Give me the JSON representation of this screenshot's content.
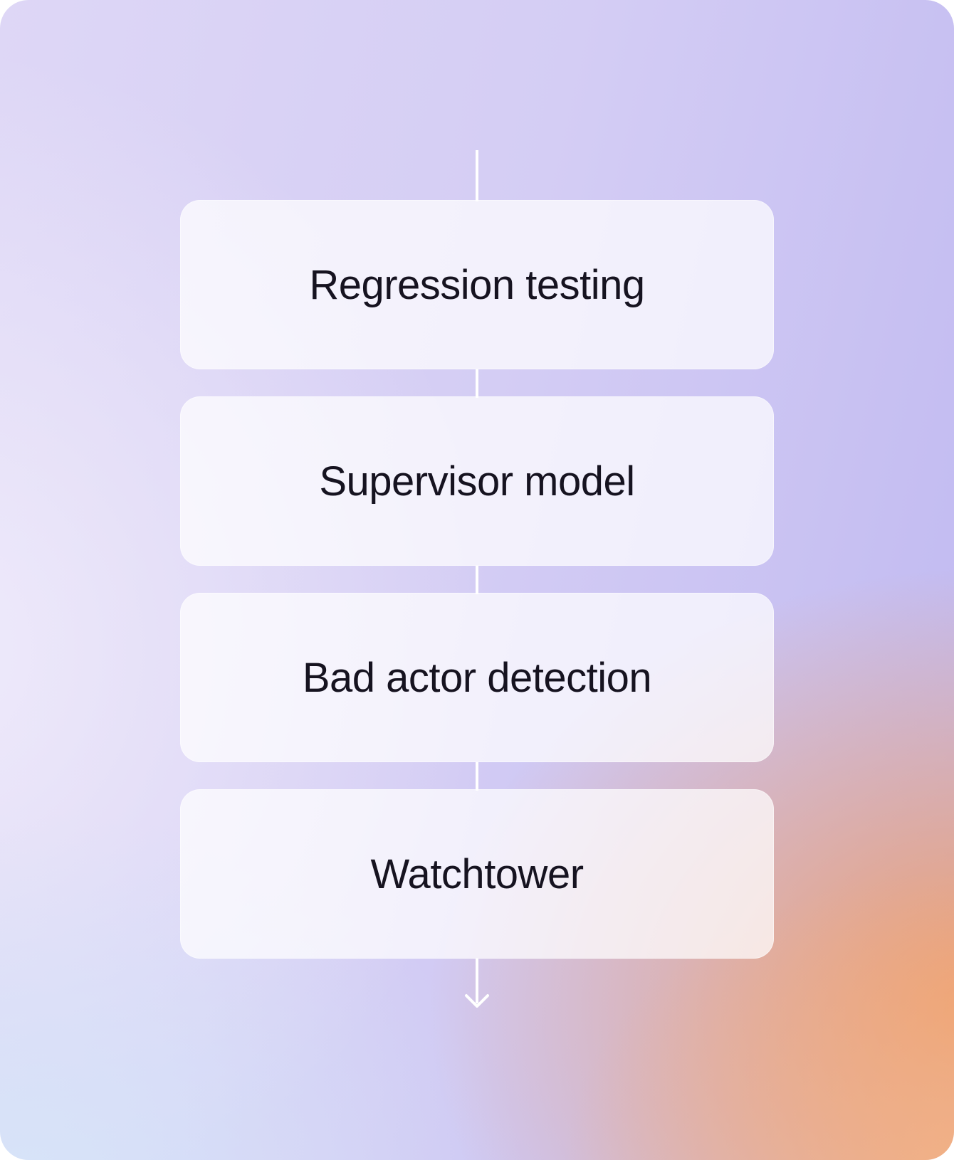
{
  "diagram": {
    "title": "",
    "flow_direction": "down",
    "nodes": [
      {
        "label": "Regression testing"
      },
      {
        "label": "Supervisor model"
      },
      {
        "label": "Bad actor detection"
      },
      {
        "label": "Watchtower"
      }
    ],
    "connector_style": "straight-vertical-line",
    "arrow": "chevron-down"
  },
  "colors": {
    "node_fill": "rgba(255,255,255,0.72)",
    "node_text": "#161320",
    "connector": "#ffffff",
    "bg_top_left": "#ded8f6",
    "bg_top_right": "#c3bdf2",
    "bg_mid_right": "#b3a8e8",
    "bg_bottom_right_orange": "#f2a96f",
    "bg_bottom_right_corner": "#f2b184",
    "bg_bottom_left_blue": "#e7edfb",
    "bg_left_wash": "#ece7f8",
    "outer_corner": "#ffffff"
  }
}
